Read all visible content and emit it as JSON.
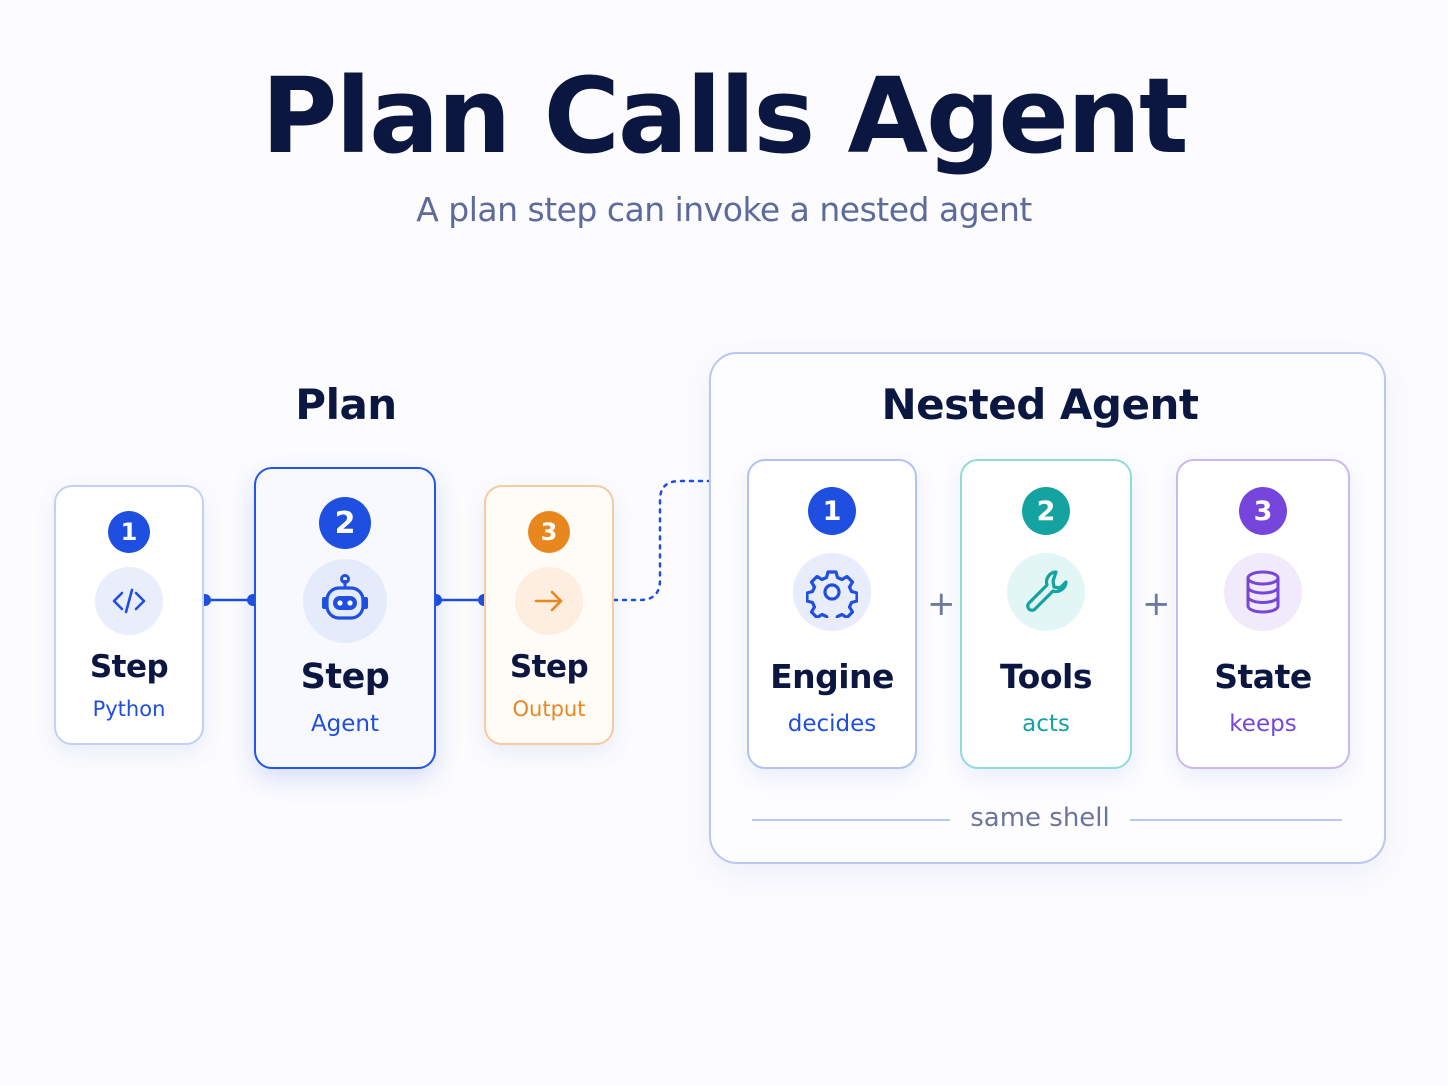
{
  "header": {
    "title": "Plan Calls Agent",
    "subtitle": "A plan step can invoke a nested agent"
  },
  "plan": {
    "label": "Plan",
    "steps": [
      {
        "number": "1",
        "title": "Step",
        "subtitle": "Python",
        "icon": "code-icon",
        "accent": "#1f4fe0"
      },
      {
        "number": "2",
        "title": "Step",
        "subtitle": "Agent",
        "icon": "robot-icon",
        "accent": "#1f4fe0"
      },
      {
        "number": "3",
        "title": "Step",
        "subtitle": "Output",
        "icon": "arrow-right-icon",
        "accent": "#e8871e"
      }
    ]
  },
  "nested_agent": {
    "label": "Nested Agent",
    "parts": [
      {
        "number": "1",
        "title": "Engine",
        "subtitle": "decides",
        "icon": "gear-icon",
        "accent": "#1f4fe0"
      },
      {
        "number": "2",
        "title": "Tools",
        "subtitle": "acts",
        "icon": "wrench-icon",
        "accent": "#14a3a0"
      },
      {
        "number": "3",
        "title": "State",
        "subtitle": "keeps",
        "icon": "database-icon",
        "accent": "#7645dc"
      }
    ],
    "operator": "+",
    "footer": "same shell"
  }
}
